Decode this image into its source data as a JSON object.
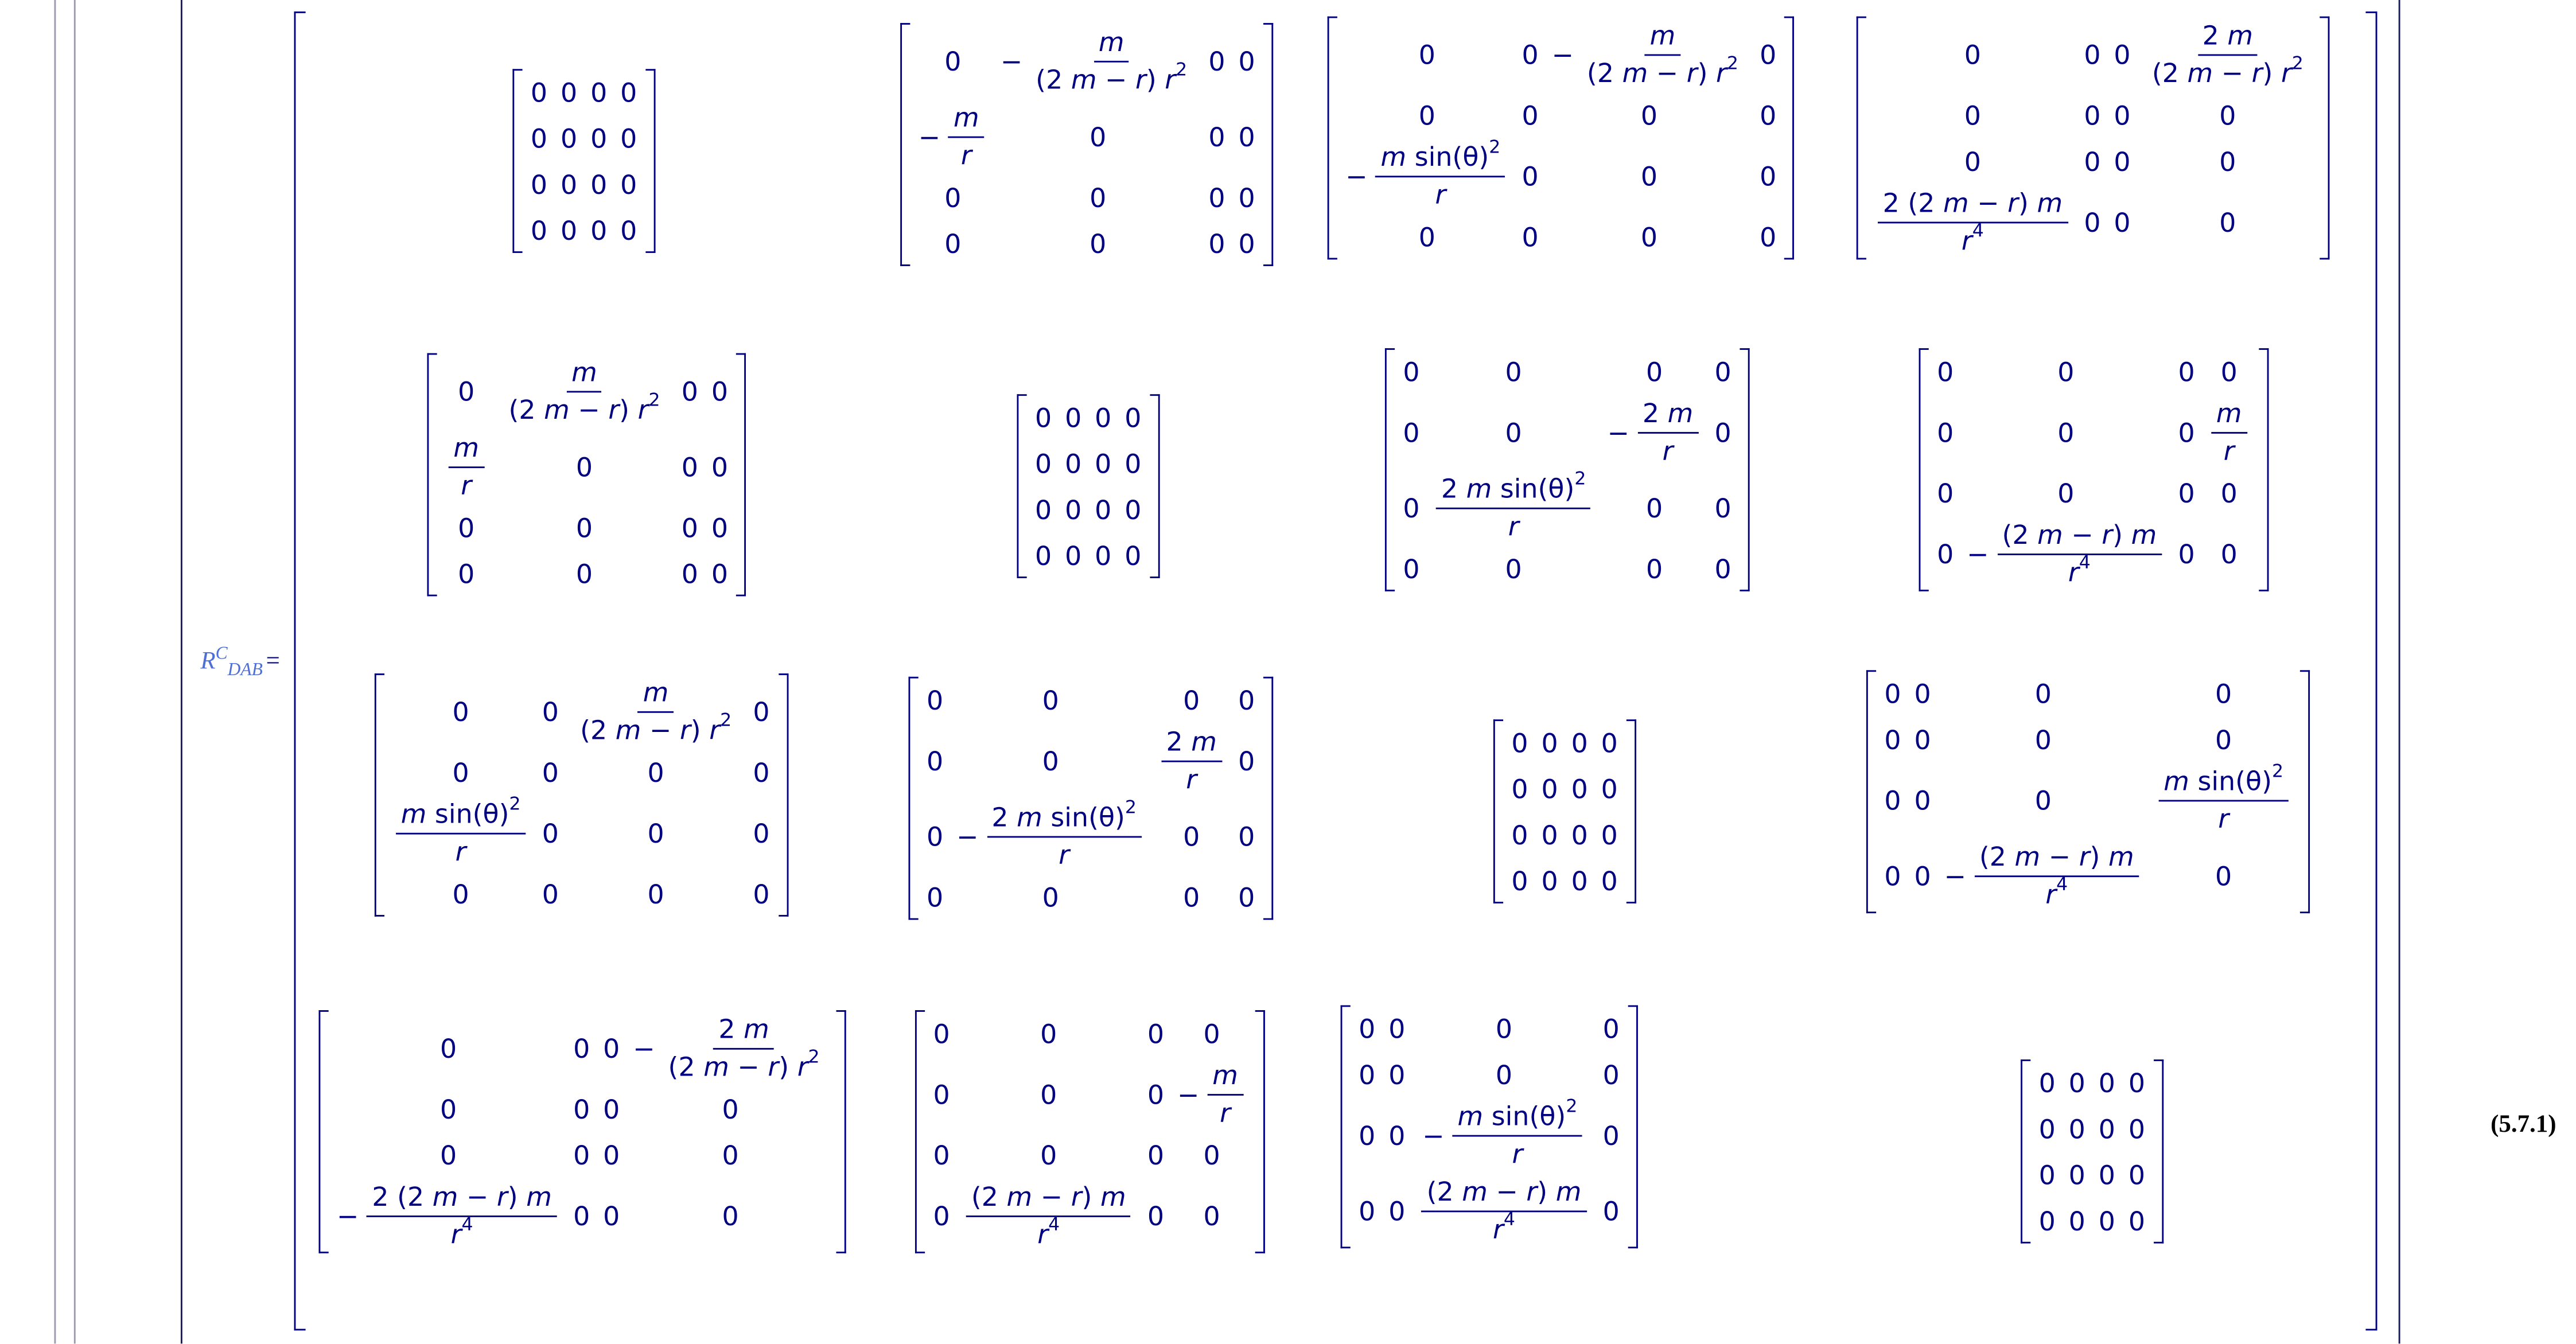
{
  "equation": {
    "lhs_symbol": "R",
    "lhs_superscript": "C",
    "lhs_subscript": "DAB",
    "equals": "=",
    "number": "(5.7.1)"
  },
  "matrices": [
    [
      [
        [
          "0"
        ],
        [
          "0"
        ],
        [
          "0"
        ],
        [
          "0"
        ]
      ],
      [
        [
          "0"
        ],
        [
          "0"
        ],
        [
          "0"
        ],
        [
          "0"
        ]
      ],
      [
        [
          "0"
        ],
        [
          "0"
        ],
        [
          "0"
        ],
        [
          "0"
        ]
      ],
      [
        [
          "0"
        ],
        [
          "0"
        ],
        [
          "0"
        ],
        [
          "0"
        ]
      ]
    ],
    [
      [
        [
          "0"
        ],
        [
          "-",
          "m",
          "(2 m-r) r",
          "2"
        ],
        [
          "0"
        ],
        [
          "0"
        ]
      ],
      [
        [
          "-",
          "m",
          "r",
          ""
        ],
        [
          "0"
        ],
        [
          "0"
        ],
        [
          "0"
        ]
      ],
      [
        [
          "0"
        ],
        [
          "0"
        ],
        [
          "0"
        ],
        [
          "0"
        ]
      ],
      [
        [
          "0"
        ],
        [
          "0"
        ],
        [
          "0"
        ],
        [
          "0"
        ]
      ]
    ],
    [
      [
        [
          "0"
        ],
        [
          "0"
        ],
        [
          "-",
          "m",
          "(2 m-r) r",
          "2"
        ],
        [
          "0"
        ]
      ],
      [
        [
          "0"
        ],
        [
          "0"
        ],
        [
          "0"
        ],
        [
          "0"
        ]
      ],
      [
        [
          "-",
          "m sin(θ)^2",
          "r",
          ""
        ],
        [
          "0"
        ],
        [
          "0"
        ],
        [
          "0"
        ]
      ],
      [
        [
          "0"
        ],
        [
          "0"
        ],
        [
          "0"
        ],
        [
          "0"
        ]
      ]
    ],
    [
      [
        [
          "0"
        ],
        [
          "0"
        ],
        [
          "0"
        ],
        [
          "",
          "2 m",
          "(2 m-r) r",
          "2"
        ]
      ],
      [
        [
          "0"
        ],
        [
          "0"
        ],
        [
          "0"
        ],
        [
          "0"
        ]
      ],
      [
        [
          "0"
        ],
        [
          "0"
        ],
        [
          "0"
        ],
        [
          "0"
        ]
      ],
      [
        [
          "",
          "2 (2 m-r) m",
          "r",
          "4"
        ],
        [
          "0"
        ],
        [
          "0"
        ],
        [
          "0"
        ]
      ]
    ],
    [
      [
        [
          "0"
        ],
        [
          "",
          "m",
          "(2 m-r) r",
          "2"
        ],
        [
          "0"
        ],
        [
          "0"
        ]
      ],
      [
        [
          "",
          "m",
          "r",
          ""
        ],
        [
          "0"
        ],
        [
          "0"
        ],
        [
          "0"
        ]
      ],
      [
        [
          "0"
        ],
        [
          "0"
        ],
        [
          "0"
        ],
        [
          "0"
        ]
      ],
      [
        [
          "0"
        ],
        [
          "0"
        ],
        [
          "0"
        ],
        [
          "0"
        ]
      ]
    ],
    [
      [
        [
          "0"
        ],
        [
          "0"
        ],
        [
          "0"
        ],
        [
          "0"
        ]
      ],
      [
        [
          "0"
        ],
        [
          "0"
        ],
        [
          "0"
        ],
        [
          "0"
        ]
      ],
      [
        [
          "0"
        ],
        [
          "0"
        ],
        [
          "0"
        ],
        [
          "0"
        ]
      ],
      [
        [
          "0"
        ],
        [
          "0"
        ],
        [
          "0"
        ],
        [
          "0"
        ]
      ]
    ],
    [
      [
        [
          "0"
        ],
        [
          "0"
        ],
        [
          "0"
        ],
        [
          "0"
        ]
      ],
      [
        [
          "0"
        ],
        [
          "0"
        ],
        [
          "-",
          "2 m",
          "r",
          ""
        ],
        [
          "0"
        ]
      ],
      [
        [
          "0"
        ],
        [
          "",
          "2 m sin(θ)^2",
          "r",
          ""
        ],
        [
          "0"
        ],
        [
          "0"
        ]
      ],
      [
        [
          "0"
        ],
        [
          "0"
        ],
        [
          "0"
        ],
        [
          "0"
        ]
      ]
    ],
    [
      [
        [
          "0"
        ],
        [
          "0"
        ],
        [
          "0"
        ],
        [
          "0"
        ]
      ],
      [
        [
          "0"
        ],
        [
          "0"
        ],
        [
          "0"
        ],
        [
          "",
          "m",
          "r",
          ""
        ]
      ],
      [
        [
          "0"
        ],
        [
          "0"
        ],
        [
          "0"
        ],
        [
          "0"
        ]
      ],
      [
        [
          "0"
        ],
        [
          "-",
          "(2 m-r) m",
          "r",
          "4"
        ],
        [
          "0"
        ],
        [
          "0"
        ]
      ]
    ],
    [
      [
        [
          "0"
        ],
        [
          "0"
        ],
        [
          "",
          "m",
          "(2 m-r) r",
          "2"
        ],
        [
          "0"
        ]
      ],
      [
        [
          "0"
        ],
        [
          "0"
        ],
        [
          "0"
        ],
        [
          "0"
        ]
      ],
      [
        [
          "",
          "m sin(θ)^2",
          "r",
          ""
        ],
        [
          "0"
        ],
        [
          "0"
        ],
        [
          "0"
        ]
      ],
      [
        [
          "0"
        ],
        [
          "0"
        ],
        [
          "0"
        ],
        [
          "0"
        ]
      ]
    ],
    [
      [
        [
          "0"
        ],
        [
          "0"
        ],
        [
          "0"
        ],
        [
          "0"
        ]
      ],
      [
        [
          "0"
        ],
        [
          "0"
        ],
        [
          "",
          "2 m",
          "r",
          ""
        ],
        [
          "0"
        ]
      ],
      [
        [
          "0"
        ],
        [
          "-",
          "2 m sin(θ)^2",
          "r",
          ""
        ],
        [
          "0"
        ],
        [
          "0"
        ]
      ],
      [
        [
          "0"
        ],
        [
          "0"
        ],
        [
          "0"
        ],
        [
          "0"
        ]
      ]
    ],
    [
      [
        [
          "0"
        ],
        [
          "0"
        ],
        [
          "0"
        ],
        [
          "0"
        ]
      ],
      [
        [
          "0"
        ],
        [
          "0"
        ],
        [
          "0"
        ],
        [
          "0"
        ]
      ],
      [
        [
          "0"
        ],
        [
          "0"
        ],
        [
          "0"
        ],
        [
          "0"
        ]
      ],
      [
        [
          "0"
        ],
        [
          "0"
        ],
        [
          "0"
        ],
        [
          "0"
        ]
      ]
    ],
    [
      [
        [
          "0"
        ],
        [
          "0"
        ],
        [
          "0"
        ],
        [
          "0"
        ]
      ],
      [
        [
          "0"
        ],
        [
          "0"
        ],
        [
          "0"
        ],
        [
          "0"
        ]
      ],
      [
        [
          "0"
        ],
        [
          "0"
        ],
        [
          "0"
        ],
        [
          "",
          "m sin(θ)^2",
          "r",
          ""
        ]
      ],
      [
        [
          "0"
        ],
        [
          "0"
        ],
        [
          "-",
          "(2 m-r) m",
          "r",
          "4"
        ],
        [
          "0"
        ]
      ]
    ],
    [
      [
        [
          "0"
        ],
        [
          "0"
        ],
        [
          "0"
        ],
        [
          "-",
          "2 m",
          "(2 m-r) r",
          "2"
        ]
      ],
      [
        [
          "0"
        ],
        [
          "0"
        ],
        [
          "0"
        ],
        [
          "0"
        ]
      ],
      [
        [
          "0"
        ],
        [
          "0"
        ],
        [
          "0"
        ],
        [
          "0"
        ]
      ],
      [
        [
          "-",
          "2 (2 m-r) m",
          "r",
          "4"
        ],
        [
          "0"
        ],
        [
          "0"
        ],
        [
          "0"
        ]
      ]
    ],
    [
      [
        [
          "0"
        ],
        [
          "0"
        ],
        [
          "0"
        ],
        [
          "0"
        ]
      ],
      [
        [
          "0"
        ],
        [
          "0"
        ],
        [
          "0"
        ],
        [
          "-",
          "m",
          "r",
          ""
        ]
      ],
      [
        [
          "0"
        ],
        [
          "0"
        ],
        [
          "0"
        ],
        [
          "0"
        ]
      ],
      [
        [
          "0"
        ],
        [
          "",
          "(2 m-r) m",
          "r",
          "4"
        ],
        [
          "0"
        ],
        [
          "0"
        ]
      ]
    ],
    [
      [
        [
          "0"
        ],
        [
          "0"
        ],
        [
          "0"
        ],
        [
          "0"
        ]
      ],
      [
        [
          "0"
        ],
        [
          "0"
        ],
        [
          "0"
        ],
        [
          "0"
        ]
      ],
      [
        [
          "0"
        ],
        [
          "0"
        ],
        [
          "-",
          "m sin(θ)^2",
          "r",
          ""
        ],
        [
          "0"
        ]
      ],
      [
        [
          "0"
        ],
        [
          "0"
        ],
        [
          "",
          "(2 m-r) m",
          "r",
          "4"
        ],
        [
          "0"
        ]
      ]
    ],
    [
      [
        [
          "0"
        ],
        [
          "0"
        ],
        [
          "0"
        ],
        [
          "0"
        ]
      ],
      [
        [
          "0"
        ],
        [
          "0"
        ],
        [
          "0"
        ],
        [
          "0"
        ]
      ],
      [
        [
          "0"
        ],
        [
          "0"
        ],
        [
          "0"
        ],
        [
          "0"
        ]
      ],
      [
        [
          "0"
        ],
        [
          "0"
        ],
        [
          "0"
        ],
        [
          "0"
        ]
      ]
    ]
  ]
}
